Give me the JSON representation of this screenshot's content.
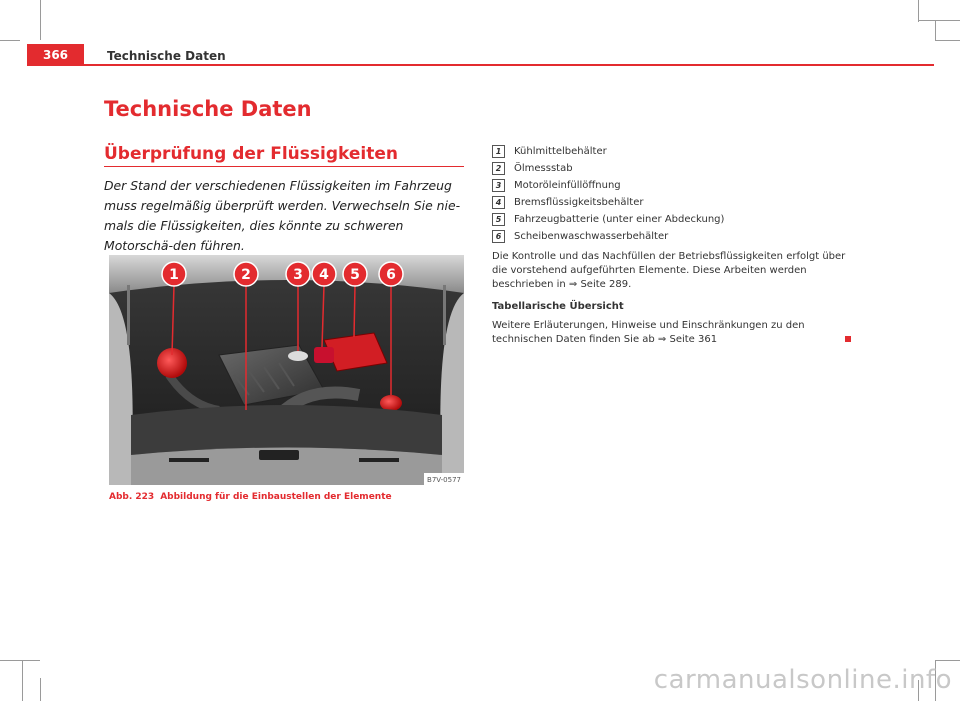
{
  "header": {
    "page_number": "366",
    "running_title": "Technische Daten"
  },
  "main_title": "Technische Daten",
  "section": {
    "title": "Überprüfung der Flüssigkeiten",
    "intro": "Der Stand der verschiedenen Flüssigkeiten im Fahrzeug muss regelmäßig überprüft werden. Verwechseln Sie nie-mals die Flüssigkeiten, dies könnte zu schweren Motorschä-den führen."
  },
  "figure": {
    "callouts": [
      "1",
      "2",
      "3",
      "4",
      "5",
      "6"
    ],
    "code": "B7V-0577",
    "caption_label": "Abb. 223",
    "caption_text": "Abbildung für die Einbaustellen der Elemente"
  },
  "legend": [
    {
      "num": "1",
      "text": "Kühlmittelbehälter"
    },
    {
      "num": "2",
      "text": "Ölmessstab"
    },
    {
      "num": "3",
      "text": "Motoröleinfüllöffnung"
    },
    {
      "num": "4",
      "text": "Bremsflüssigkeitsbehälter"
    },
    {
      "num": "5",
      "text": "Fahrzeugbatterie (unter einer Abdeckung)"
    },
    {
      "num": "6",
      "text": "Scheibenwaschwasserbehälter"
    }
  ],
  "paragraph1": "Die Kontrolle und das Nachfüllen der Betriebsflüssigkeiten erfolgt über die vorstehend aufgeführten Elemente. Diese Arbeiten werden beschrieben in ⇒ Seite 289.",
  "subheading": "Tabellarische Übersicht",
  "paragraph2": "Weitere Erläuterungen, Hinweise und Einschränkungen zu den technischen Daten finden Sie ab ⇒ Seite 361",
  "watermark": "carmanualsonline.info",
  "colors": {
    "accent": "#e32b2f"
  }
}
